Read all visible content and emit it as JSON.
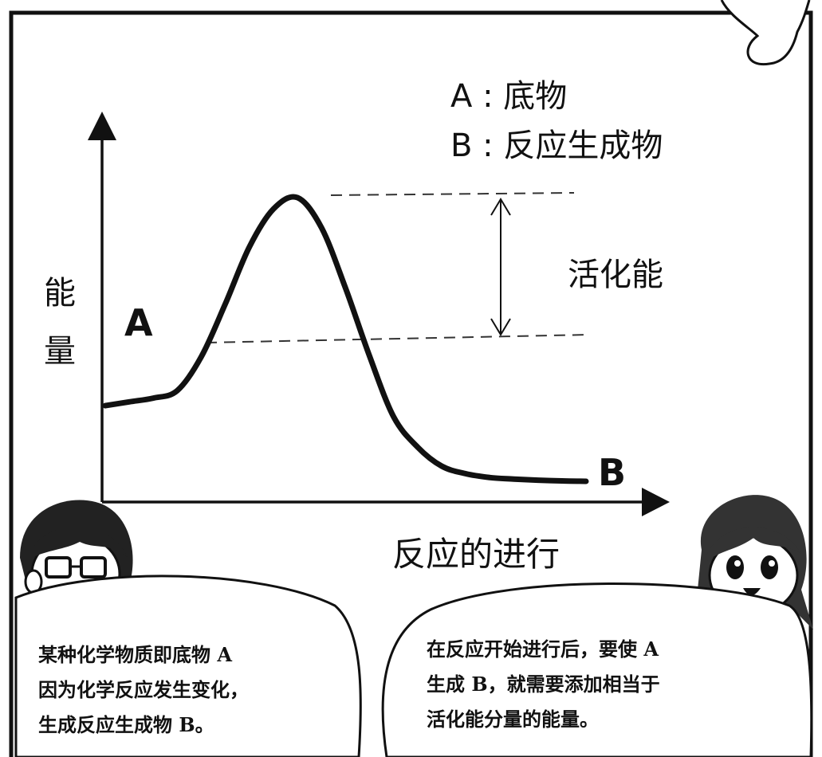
{
  "chart_data": {
    "type": "line",
    "xlabel": "反应的进行",
    "ylabel_chars": [
      "能",
      "量"
    ],
    "legend": [
      {
        "key": "A",
        "text": "底物"
      },
      {
        "key": "B",
        "text": "反应生成物"
      }
    ],
    "annotation": "活化能",
    "point_labels": {
      "start": "A",
      "end": "B"
    },
    "series": [
      {
        "values_description_free": true,
        "x": [
          0,
          5,
          10,
          15,
          20,
          25,
          30,
          35,
          40,
          45,
          50,
          55,
          60,
          65,
          70,
          75,
          80,
          85,
          90,
          95,
          100
        ],
        "y": [
          20,
          21,
          22,
          24,
          33,
          47,
          62,
          72,
          75,
          67,
          51,
          33,
          17,
          9,
          4,
          2,
          1,
          0.6,
          0.3,
          0.1,
          0
        ]
      }
    ],
    "reference_levels": {
      "peak": 75,
      "start": 24
    },
    "axes_have_ticks": false
  },
  "bubbles": {
    "left": [
      "某种化学物质即底物 A",
      "因为化学反应发生变化，",
      "生成反应生成物 B。"
    ],
    "right": [
      "在反应开始进行后，要使 A",
      "生成 B，就需要添加相当于",
      "活化能分量的能量。"
    ]
  }
}
